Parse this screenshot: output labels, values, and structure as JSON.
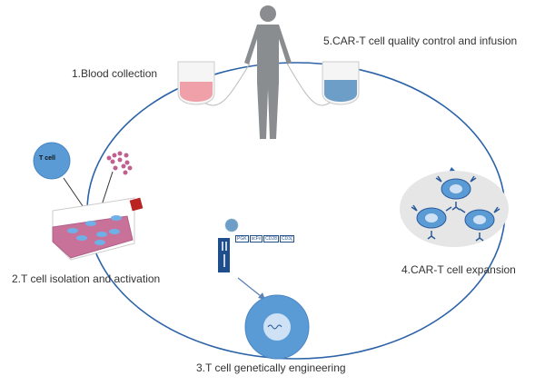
{
  "steps": [
    {
      "label": "1.Blood collection"
    },
    {
      "label": "2.T cell isolation and activation"
    },
    {
      "label": "3.T cell genetically engineering"
    },
    {
      "label": "4.CAR-T cell expansion"
    },
    {
      "label": "5.CAR-T cell quality control and infusion"
    }
  ],
  "tcell_label": "T cell",
  "construct_segments": [
    "PGK",
    "scFv",
    "CD28",
    "CD3ζ"
  ],
  "colors": {
    "cycle": "#2b62a8",
    "cell": "#5b9bd5",
    "blood": "#f0a0a8",
    "media": "#c8729a",
    "human": "#8a8d90"
  }
}
